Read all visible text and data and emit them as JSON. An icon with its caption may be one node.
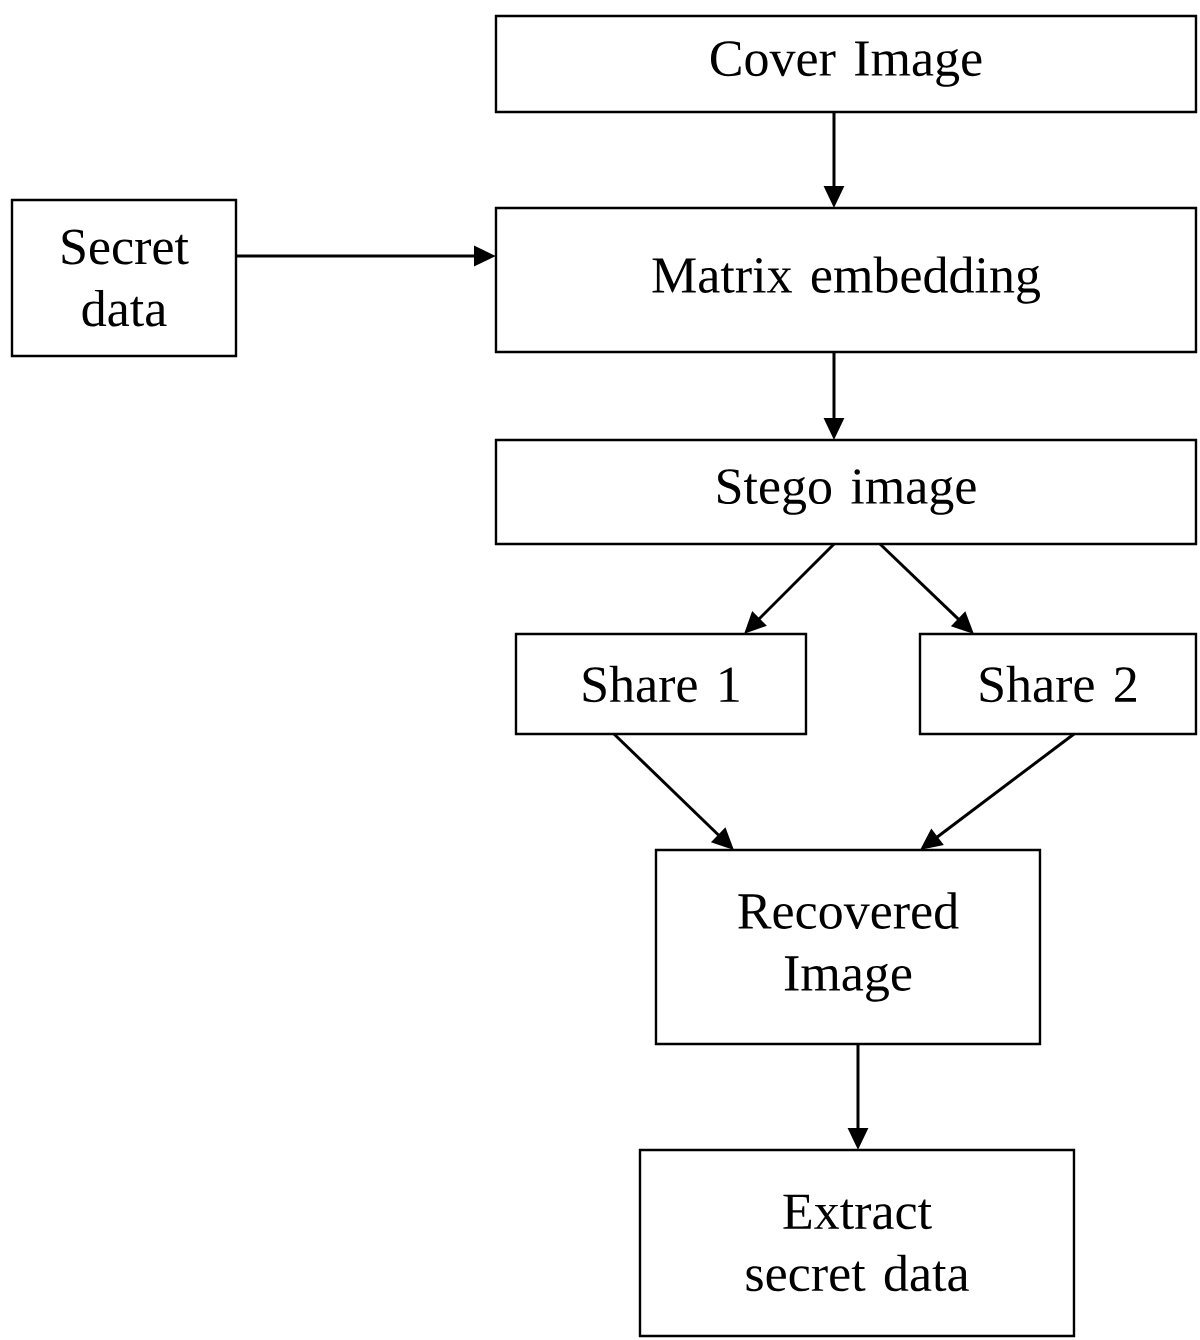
{
  "diagram": {
    "nodes": [
      {
        "text": [
          "Cover Image"
        ]
      },
      {
        "text": [
          "Secret data"
        ]
      },
      {
        "text": [
          "Matrix embedding"
        ]
      },
      {
        "text": [
          "Stego image"
        ]
      },
      {
        "text": [
          "Share 1"
        ]
      },
      {
        "text": [
          "Share 2"
        ]
      },
      {
        "text": [
          "Recovered Image"
        ]
      },
      {
        "text": [
          "Extract secret data"
        ]
      }
    ],
    "edges": [
      {
        "from": 0,
        "to": 2,
        "arrow": "to"
      },
      {
        "from": 1,
        "to": 2,
        "arrow": "to"
      },
      {
        "from": 2,
        "to": 3,
        "arrow": "to"
      },
      {
        "from": 3,
        "to": 4,
        "arrow": "to"
      },
      {
        "from": 3,
        "to": 5,
        "arrow": "to"
      },
      {
        "from": 4,
        "to": 6,
        "arrow": "to"
      },
      {
        "from": 5,
        "to": 6,
        "arrow": "to"
      },
      {
        "from": 6,
        "to": 7,
        "arrow": "to"
      }
    ]
  }
}
